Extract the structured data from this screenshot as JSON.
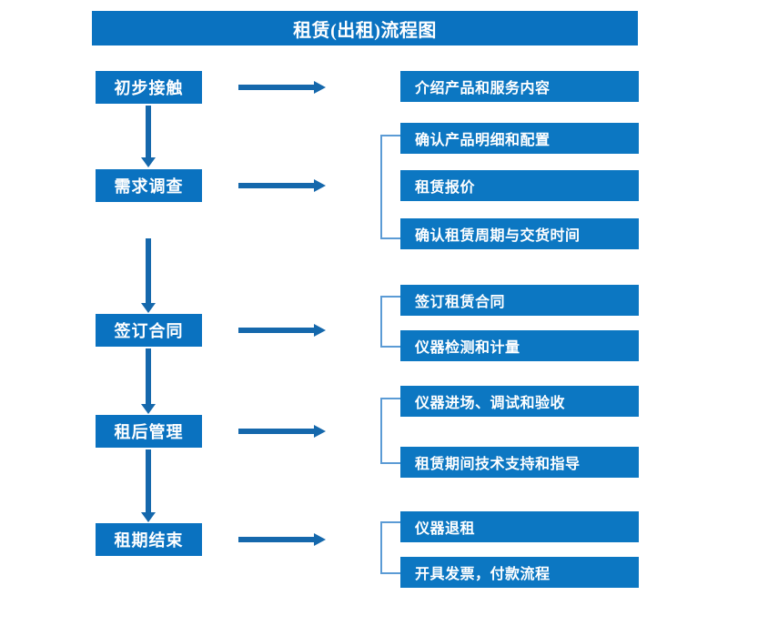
{
  "title": "租赁(出租)流程图",
  "colors": {
    "box_fill": "#0A72C0",
    "detail_fill": "#0C77C2",
    "arrow": "#1568AC",
    "bracket": "#5B9BD5",
    "text": "#FFFFFF",
    "background": "#FFFFFF"
  },
  "stages": [
    {
      "label": "初步接触"
    },
    {
      "label": "需求调查"
    },
    {
      "label": "签订合同"
    },
    {
      "label": "租后管理"
    },
    {
      "label": "租期结束"
    }
  ],
  "details": [
    {
      "label": "介绍产品和服务内容"
    },
    {
      "label": "确认产品明细和配置"
    },
    {
      "label": "租赁报价"
    },
    {
      "label": "确认租赁周期与交货时间"
    },
    {
      "label": "签订租赁合同"
    },
    {
      "label": "仪器检测和计量"
    },
    {
      "label": "仪器进场、调试和验收"
    },
    {
      "label": "租赁期间技术支持和指导"
    },
    {
      "label": "仪器退租"
    },
    {
      "label": "开具发票，付款流程"
    }
  ]
}
